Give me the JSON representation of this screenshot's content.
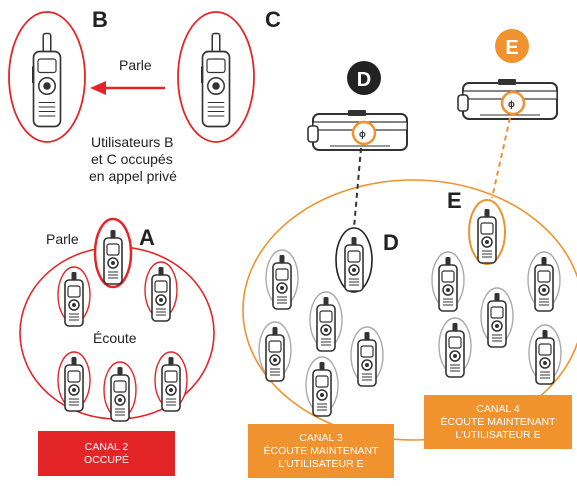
{
  "labels": {
    "b": "B",
    "c": "C",
    "a": "A",
    "d_top": "D",
    "e_top": "E",
    "d_group": "D",
    "e_group": "E",
    "talk_top": "Parle",
    "talk_a": "Parle",
    "listen": "Écoute",
    "private_1": "Utilisateurs B",
    "private_2": "et C occupés",
    "private_3": "en appel privé"
  },
  "channels": [
    {
      "line1": "CANAL 2",
      "line2": "OCCUPÉ",
      "line3": "",
      "color": "#e42528"
    },
    {
      "line1": "CANAL 3",
      "line2": "ÉCOUTE MAINTENANT",
      "line3": "L'UTILISATEUR E",
      "color": "#f0922e"
    },
    {
      "line1": "CANAL 4",
      "line2": "ÉCOUTE MAINTENANT",
      "line3": "L'UTILISATEUR E",
      "color": "#f0922e"
    }
  ],
  "colors": {
    "red": "#e42528",
    "orange": "#f0922e",
    "gray": "#aaaaaa",
    "dark": "#222222"
  }
}
